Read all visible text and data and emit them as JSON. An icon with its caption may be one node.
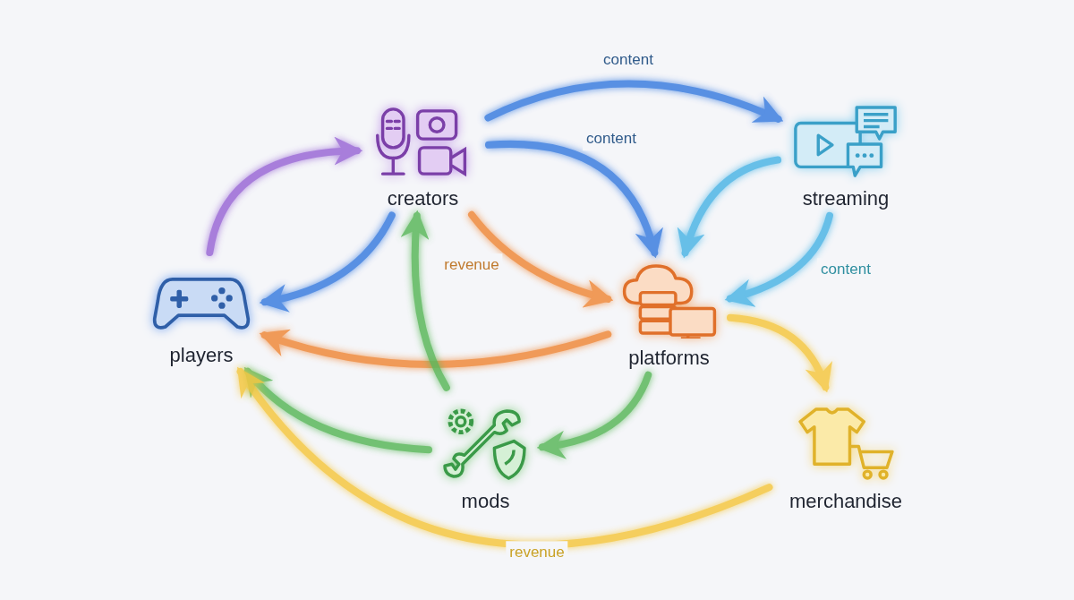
{
  "diagram": {
    "nodes": [
      {
        "text": [
          "players"
        ]
      },
      {
        "text": [
          "creators"
        ]
      },
      {
        "text": [
          "streaming"
        ]
      },
      {
        "text": [
          "platforms"
        ]
      },
      {
        "text": [
          "mods"
        ]
      },
      {
        "text": [
          "merchandise"
        ]
      }
    ],
    "edges": [
      {
        "from": 0,
        "to": 1,
        "arrow": "to",
        "color": "#9b6ad6"
      },
      {
        "from": 1,
        "to": 0,
        "arrow": "to",
        "color": "#3d7fe0"
      },
      {
        "from": 1,
        "to": 2,
        "arrow": "to",
        "label": "content",
        "color": "#3d7fe0"
      },
      {
        "from": 1,
        "to": 3,
        "arrow": "to",
        "label": "content",
        "color": "#3d7fe0"
      },
      {
        "from": 2,
        "to": 3,
        "arrow": "to",
        "color": "#4fb6e6"
      },
      {
        "from": 2,
        "to": 3,
        "arrow": "to",
        "label": "content",
        "color": "#4fb6e6"
      },
      {
        "from": 1,
        "to": 3,
        "arrow": "to",
        "label": "revenue",
        "color": "#f08a3c"
      },
      {
        "from": 3,
        "to": 0,
        "arrow": "to",
        "color": "#f08a3c"
      },
      {
        "from": 4,
        "to": 1,
        "arrow": "to",
        "color": "#5cb85c"
      },
      {
        "from": 4,
        "to": 0,
        "arrow": "to",
        "color": "#5cb85c"
      },
      {
        "from": 3,
        "to": 4,
        "arrow": "to",
        "color": "#5cb85c"
      },
      {
        "from": 3,
        "to": 5,
        "arrow": "to",
        "color": "#f5c842"
      },
      {
        "from": 5,
        "to": 0,
        "arrow": "to",
        "label": "revenue",
        "color": "#f5c842"
      }
    ]
  }
}
